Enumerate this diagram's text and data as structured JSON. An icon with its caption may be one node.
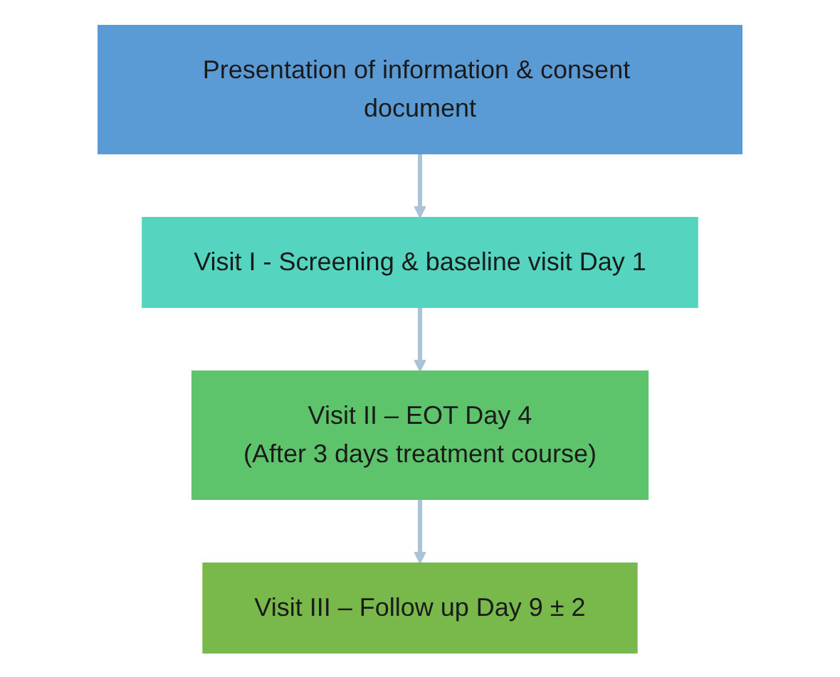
{
  "diagram": {
    "nodes": [
      {
        "text": [
          "Presentation of information & consent document"
        ]
      },
      {
        "text": [
          "Visit I - Screening & baseline visit Day 1"
        ]
      },
      {
        "text": [
          "Visit II – EOT Day 4",
          "(After 3 days treatment course)"
        ]
      },
      {
        "text": [
          "Visit III – Follow up Day 9 ± 2"
        ]
      }
    ],
    "edges": [
      {
        "from": 0,
        "to": 1,
        "arrow": "to"
      },
      {
        "from": 1,
        "to": 2,
        "arrow": "to"
      },
      {
        "from": 2,
        "to": 3,
        "arrow": "to"
      }
    ]
  }
}
